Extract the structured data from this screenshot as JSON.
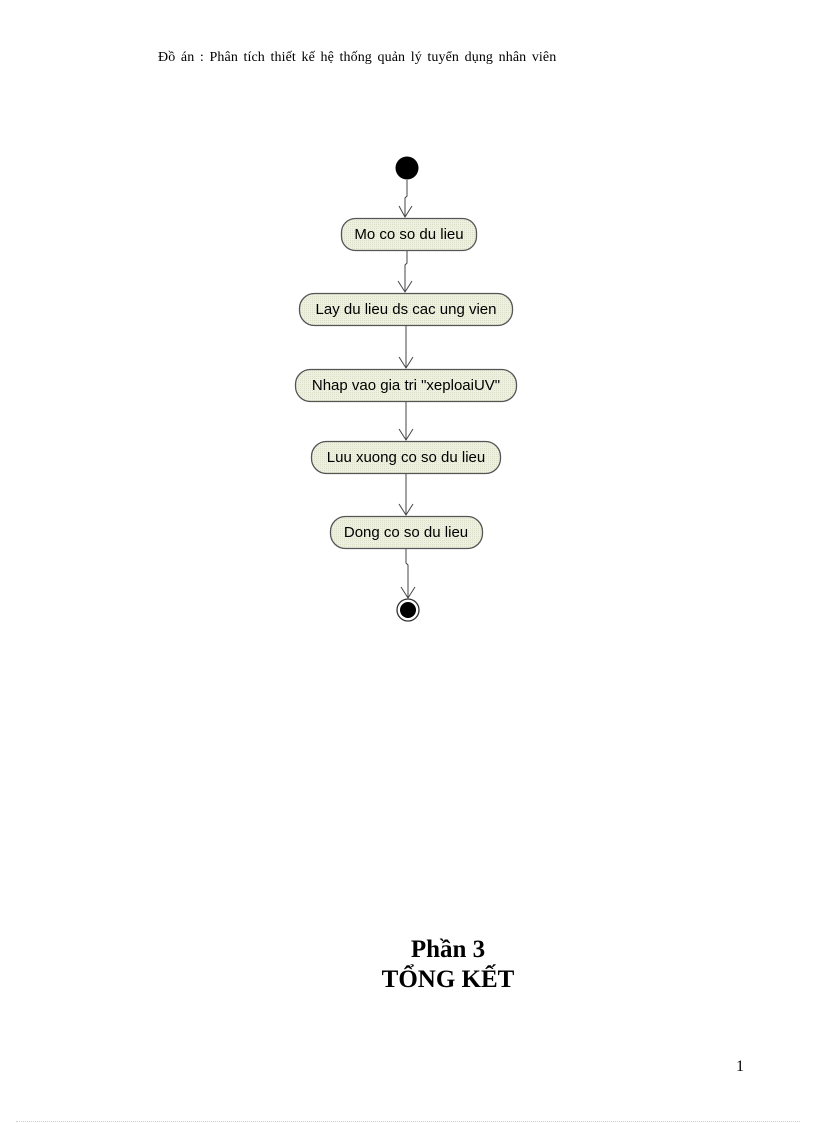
{
  "header": {
    "text": "Đồ án : Phân tích thiết kế hệ thống quản lý tuyển dụng nhân viên"
  },
  "diagram": {
    "type": "uml-activity",
    "colors": {
      "node_fill": "#ecefdf",
      "node_stroke": "#555555",
      "start_end": "#000000"
    },
    "nodes": [
      {
        "label": "Mo co so du lieu"
      },
      {
        "label": "Lay du lieu ds cac ung vien"
      },
      {
        "label": "Nhap vao gia tri \"xeploaiUV\""
      },
      {
        "label": "Luu xuong co so du lieu"
      },
      {
        "label": "Dong co so du lieu"
      }
    ]
  },
  "section": {
    "part": "Phần 3",
    "title": "TỔNG KẾT"
  },
  "footer": {
    "page_number": "1"
  }
}
